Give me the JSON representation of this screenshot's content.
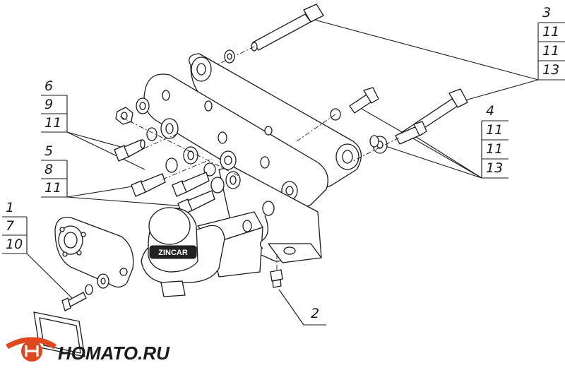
{
  "callouts": [
    {
      "id": "c3",
      "lines": [
        "3",
        "11",
        "11",
        "13"
      ]
    },
    {
      "id": "c6",
      "lines": [
        "6",
        "9",
        "11"
      ]
    },
    {
      "id": "c5",
      "lines": [
        "5",
        "8",
        "11"
      ]
    },
    {
      "id": "c4",
      "lines": [
        "4",
        "11",
        "11",
        "13"
      ]
    },
    {
      "id": "c1",
      "lines": [
        "1",
        "7",
        "10"
      ]
    },
    {
      "id": "c2",
      "lines": [
        "2"
      ]
    }
  ],
  "ball_brand": "ZINCAR",
  "logo": {
    "text": "HOMATO.RU",
    "accent": "#e0471c"
  }
}
